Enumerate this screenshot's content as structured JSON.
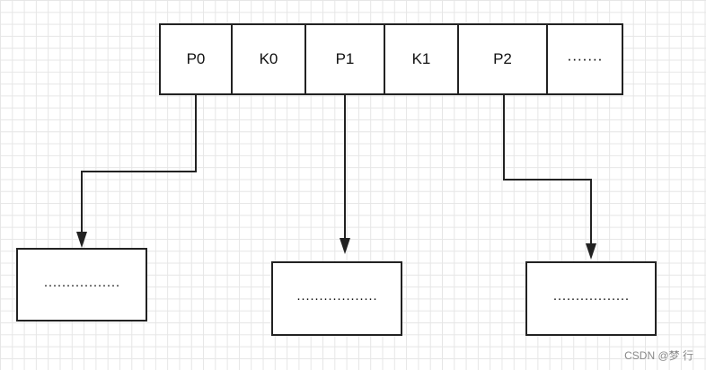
{
  "node": {
    "cells": [
      "P0",
      "K0",
      "P1",
      "K1",
      "P2",
      "·······"
    ]
  },
  "children": [
    {
      "label": "·················"
    },
    {
      "label": "··················"
    },
    {
      "label": "·················"
    }
  ],
  "watermark": "CSDN @梦 行",
  "colors": {
    "stroke": "#222222",
    "grid": "#e6e6e6",
    "background": "#ffffff"
  }
}
